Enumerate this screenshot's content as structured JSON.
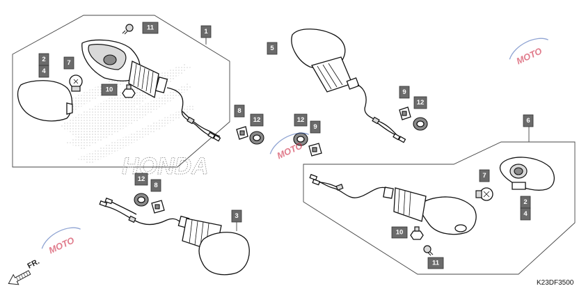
{
  "diagram": {
    "reference_code": "K23DF3500",
    "direction_label": "FR.",
    "logo_text": "HONDA",
    "watermark_text": "MOTO",
    "watermark_color": "#c8102e",
    "watermark_accent": "#1f4aa8",
    "part_numbers": {
      "left_group_bracket": "1",
      "left_lens_a": "2",
      "left_lens_b": "4",
      "left_bulb": "7",
      "left_nut": "10",
      "left_screw": "11",
      "rubber_8_left": "8",
      "grommet_12_left": "12",
      "grommet_12_center": "12",
      "rubber_9_center": "9",
      "upper_right_winker": "5",
      "rubber_9_right": "9",
      "grommet_12_right": "12",
      "right_group_bracket": "6",
      "right_bulb": "7",
      "right_lens_a": "2",
      "right_lens_b": "4",
      "right_nut": "10",
      "right_screw": "11",
      "grommet_12_lower": "12",
      "rubber_8_lower": "8",
      "lower_winker": "3"
    }
  }
}
